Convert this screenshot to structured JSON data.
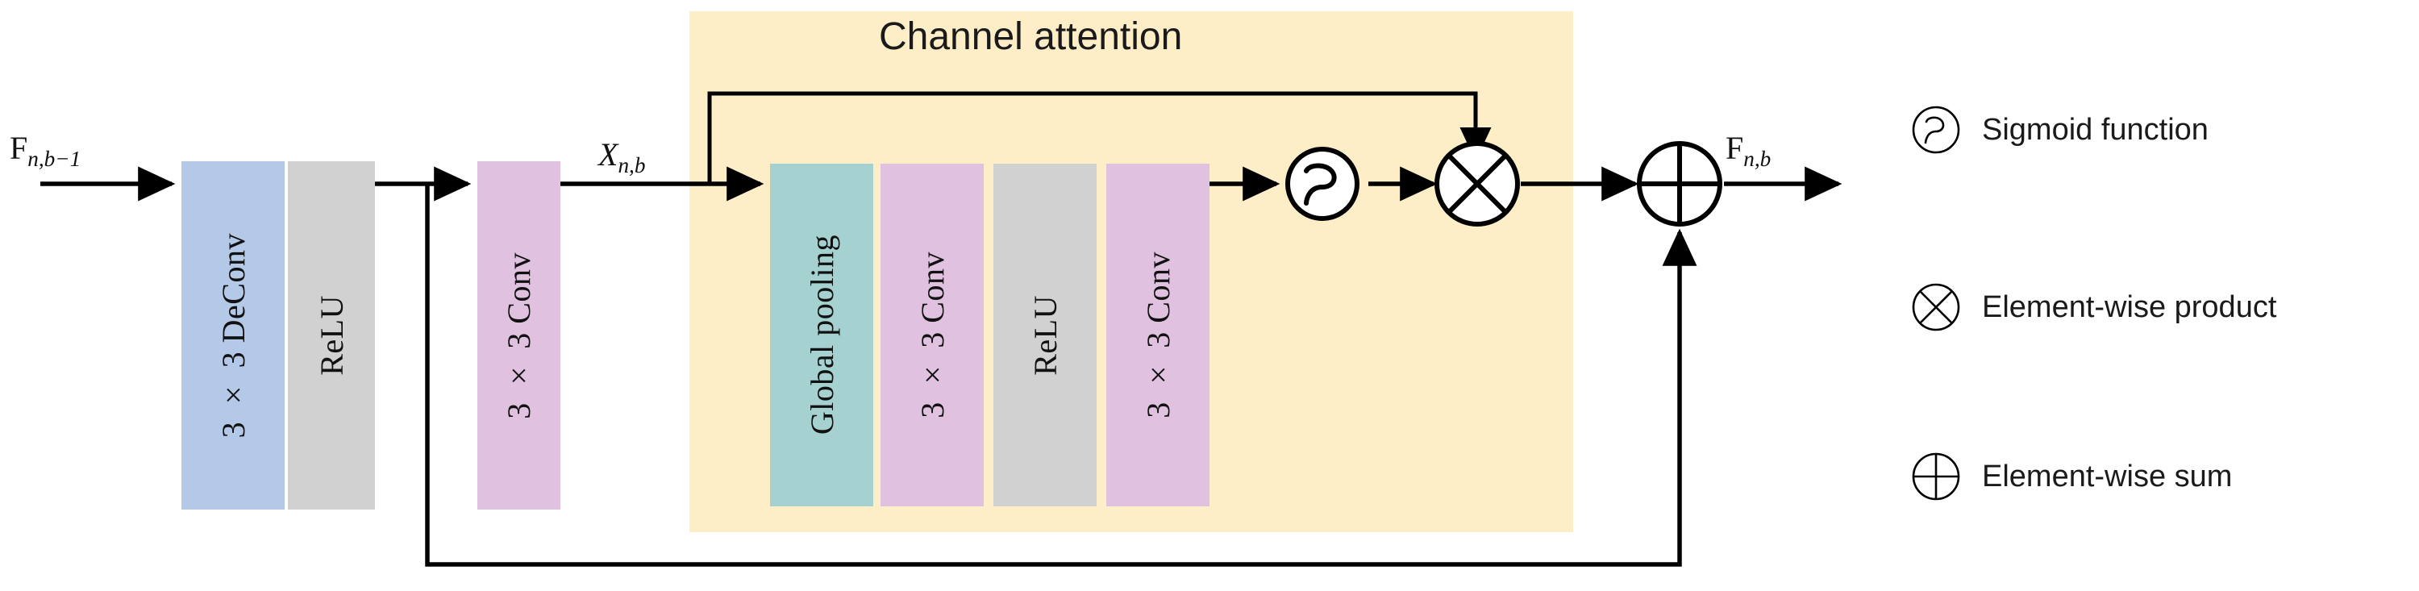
{
  "diagram": {
    "title": "Channel attention",
    "input_label": "F",
    "input_sub": "n,b−1",
    "output_label": "F",
    "output_sub": "n,b",
    "mid_label": "X",
    "mid_sub": "n,b",
    "main_blocks": [
      {
        "label": "3 × 3 DeConv",
        "color": "#b4c8e8",
        "name": "deconv-3x3-block"
      },
      {
        "label": "ReLU",
        "color": "#d1d1d1",
        "name": "relu-block-1"
      },
      {
        "label": "3 × 3 Conv",
        "color": "#e0c2e0",
        "name": "conv-3x3-block-1"
      }
    ],
    "attention_blocks": [
      {
        "label": "Global pooling",
        "color": "#a5d2d1",
        "name": "global-pooling-block"
      },
      {
        "label": "3 × 3 Conv",
        "color": "#e0c2e0",
        "name": "conv-3x3-block-2"
      },
      {
        "label": "ReLU",
        "color": "#d1d1d1",
        "name": "relu-block-2"
      },
      {
        "label": "3 × 3 Conv",
        "color": "#e0c2e0",
        "name": "conv-3x3-block-3"
      }
    ],
    "operators": [
      {
        "type": "sigmoid",
        "name": "sigmoid-operator"
      },
      {
        "type": "multiply",
        "name": "element-wise-product-operator"
      },
      {
        "type": "sum",
        "name": "element-wise-sum-operator"
      }
    ],
    "panel_color": "#fdeec8",
    "line_color": "#000000"
  },
  "legend": {
    "items": [
      {
        "symbol": "sigmoid",
        "label": "Sigmoid function"
      },
      {
        "symbol": "multiply",
        "label": "Element-wise product"
      },
      {
        "symbol": "sum",
        "label": "Element-wise sum"
      }
    ]
  }
}
